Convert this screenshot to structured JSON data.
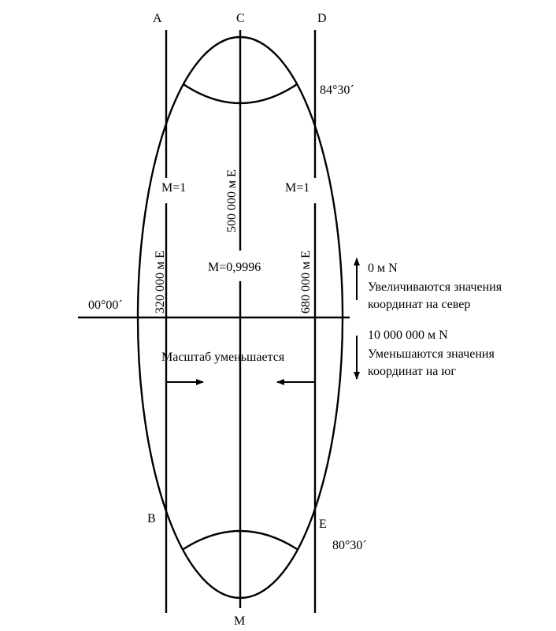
{
  "labels": {
    "point_a": "A",
    "point_c": "C",
    "point_d": "D",
    "point_b": "B",
    "point_e": "E",
    "point_m": "M",
    "lat_north": "84°30´",
    "lat_south": "80°30´",
    "lat_equator": "00°00´",
    "scale_left": "M=1",
    "scale_right": "M=1",
    "scale_central": "M=0,9996",
    "easting_central": "500 000 м E",
    "easting_left": "320 000 м E",
    "easting_right": "680 000 м E",
    "north_false": "0 м N",
    "north_desc_1": "Увеличиваются значения",
    "north_desc_2": "координат на север",
    "south_false": "10 000 000 м N",
    "south_desc_1": "Уменьшаются значения",
    "south_desc_2": "координат на юг",
    "scale_decreases": "Масштаб уменьшается"
  }
}
